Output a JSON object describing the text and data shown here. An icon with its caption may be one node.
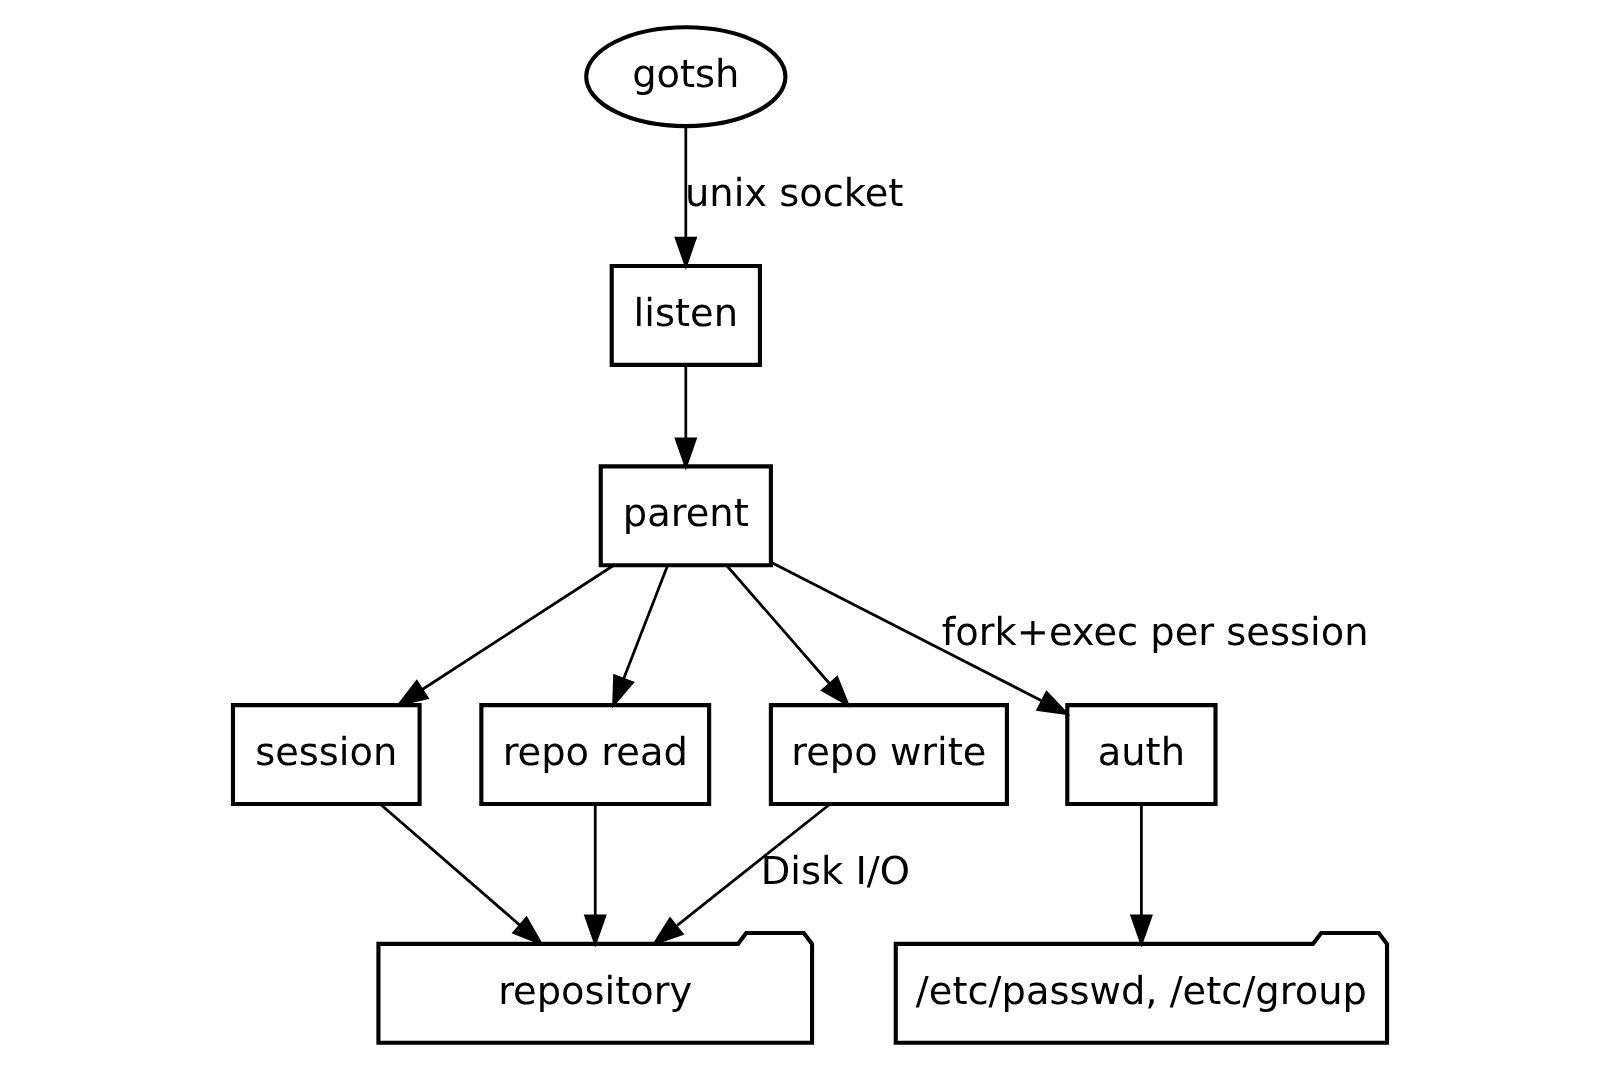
{
  "diagram": {
    "nodes": [
      {
        "text": [
          "gotsh"
        ]
      },
      {
        "text": [
          "listen"
        ]
      },
      {
        "text": [
          "parent"
        ]
      },
      {
        "text": [
          "session"
        ]
      },
      {
        "text": [
          "repo read"
        ]
      },
      {
        "text": [
          "repo write"
        ]
      },
      {
        "text": [
          "auth"
        ]
      },
      {
        "text": [
          "repository"
        ]
      },
      {
        "text": [
          "/etc/passwd, /etc/group"
        ]
      }
    ],
    "edges": [
      {
        "from": 0,
        "to": 1,
        "arrow": "to",
        "label": "unix socket"
      },
      {
        "from": 1,
        "to": 2,
        "arrow": "to"
      },
      {
        "from": 2,
        "to": 3,
        "arrow": "to"
      },
      {
        "from": 2,
        "to": 4,
        "arrow": "to"
      },
      {
        "from": 2,
        "to": 5,
        "arrow": "to"
      },
      {
        "from": 2,
        "to": 6,
        "arrow": "to",
        "label": "fork+exec per session"
      },
      {
        "from": 3,
        "to": 7,
        "arrow": "to"
      },
      {
        "from": 4,
        "to": 7,
        "arrow": "to"
      },
      {
        "from": 5,
        "to": 7,
        "arrow": "to",
        "label": "Disk I/O"
      },
      {
        "from": 6,
        "to": 8,
        "arrow": "to"
      }
    ]
  }
}
